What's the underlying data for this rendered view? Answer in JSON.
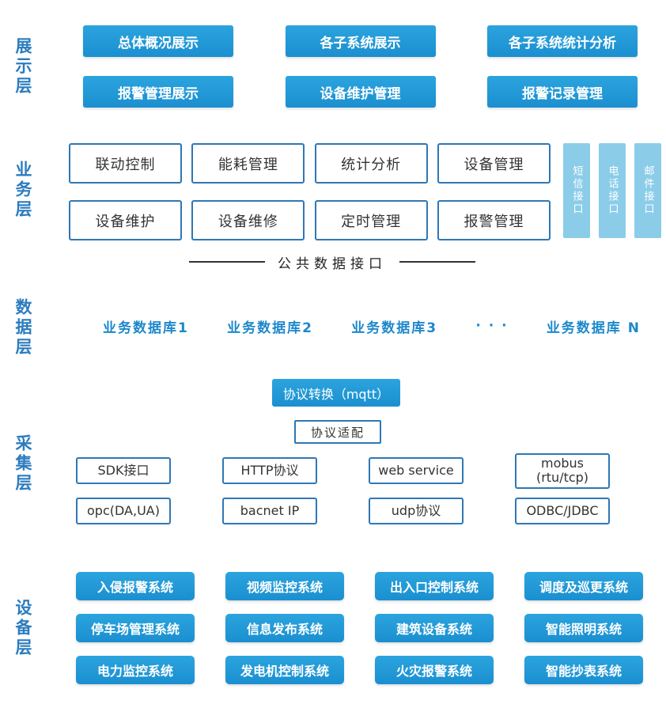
{
  "colors": {
    "button_blue_top": "#2ba4de",
    "button_blue_bottom": "#1b8fd0",
    "outline_blue": "#2f77b5",
    "light_blue_interface": "#8bcde9",
    "layer_label_blue": "#2b7cbe",
    "database_text_blue": "#1d88cb"
  },
  "layers": {
    "display": {
      "label": "展示层",
      "buttons": [
        "总体概况展示",
        "各子系统展示",
        "各子系统统计分析",
        "报警管理展示",
        "设备维护管理",
        "报警记录管理"
      ]
    },
    "business": {
      "label": "业务层",
      "boxes": [
        "联动控制",
        "能耗管理",
        "统计分析",
        "设备管理",
        "设备维护",
        "设备维修",
        "定时管理",
        "报警管理"
      ],
      "interfaces": [
        "短信接口",
        "电话接口",
        "邮件接口"
      ],
      "common_interface": "公共数据接口"
    },
    "data": {
      "label": "数据层",
      "databases": [
        "业务数据库1",
        "业务数据库2",
        "业务数据库3",
        "· · ·",
        "业务数据库 N"
      ]
    },
    "collection": {
      "label": "采集层",
      "mqtt": "协议转换（mqtt）",
      "adapter": "协议适配",
      "protocols": [
        "SDK接口",
        "HTTP协议",
        "web service",
        "mobus (rtu/tcp)",
        "opc(DA,UA)",
        "bacnet IP",
        "udp协议",
        "ODBC/JDBC"
      ]
    },
    "device": {
      "label": "设备层",
      "systems": [
        "入侵报警系统",
        "视频监控系统",
        "出入口控制系统",
        "调度及巡更系统",
        "停车场管理系统",
        "信息发布系统",
        "建筑设备系统",
        "智能照明系统",
        "电力监控系统",
        "发电机控制系统",
        "火灾报警系统",
        "智能抄表系统"
      ]
    }
  }
}
